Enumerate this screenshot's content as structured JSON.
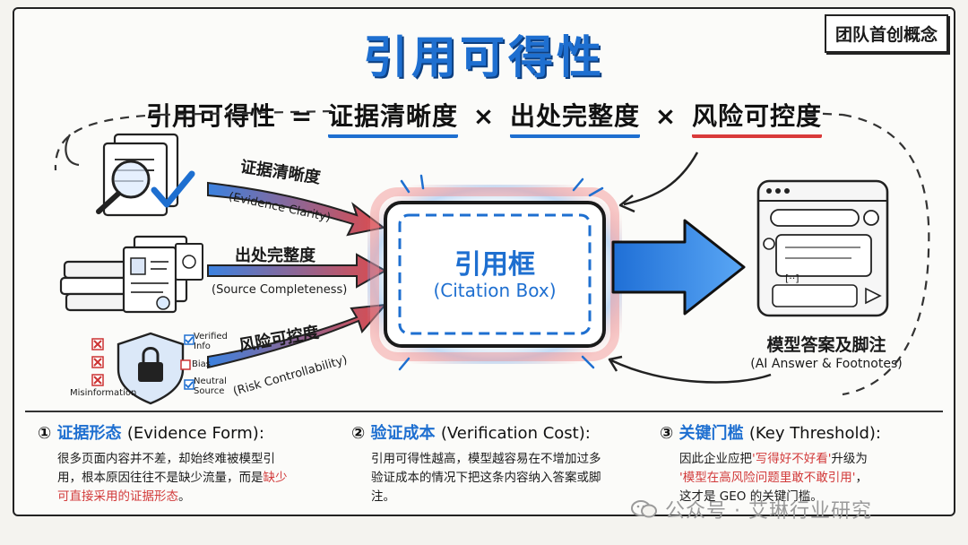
{
  "title": "引用可得性",
  "stamp": "团队首创概念",
  "formula": {
    "lhs": "引用可得性",
    "eq": "=",
    "t1": "证据清晰度",
    "x1": "×",
    "t2": "出处完整度",
    "x2": "×",
    "t3": "风险可控度"
  },
  "inputs": [
    {
      "cn": "证据清晰度",
      "en": "(Evidence Clarity)"
    },
    {
      "cn": "出处完整度",
      "en": "(Source Completeness)"
    },
    {
      "cn": "风险可控度",
      "en": "(Risk Controllability)"
    }
  ],
  "shield_labels": {
    "verified": "Verified Info",
    "verified_1": "Verified",
    "verified_2": "Info",
    "bias": "Bias",
    "neutral_1": "Neutral",
    "neutral_2": "Source",
    "misinfo": "Misinformation"
  },
  "citation_box": {
    "cn": "引用框",
    "en": "(Citation Box)"
  },
  "answer": {
    "cn": "模型答案及脚注",
    "en": "(AI Answer & Footnotes)",
    "bracket": "[··]"
  },
  "sections": [
    {
      "num": "①",
      "cn": "证据形态",
      "en": "(Evidence Form):",
      "line1": "很多页面内容并不差，却始终难被模型引",
      "line2": "用，根本原因往往不是缺少流量，而是",
      "line2_red": "缺少",
      "line3_red": "可直接采用的证据形态",
      "line3_end": "。"
    },
    {
      "num": "②",
      "cn": "验证成本",
      "en": "(Verification Cost):",
      "line1": "引用可得性越高，模型越容易在不增加过多",
      "line2": "验证成本的情况下把这条内容纳入答案或脚",
      "line3": "注。"
    },
    {
      "num": "③",
      "cn": "关键门槛",
      "en": "(Key Threshold):",
      "line1a": "因此企业应把",
      "line1_red": "'写得好不好看'",
      "line1b": "升级为",
      "line2_red": "'模型在高风险问题里敢不敢引用'",
      "line2b": "，",
      "line3": "这才是 GEO 的关键门槛。"
    }
  ],
  "watermark": "公众号 · 艾琳行业研究",
  "colors": {
    "blue": "#1e6fd0",
    "red": "#d93a3a",
    "ink": "#1a1a1a"
  }
}
